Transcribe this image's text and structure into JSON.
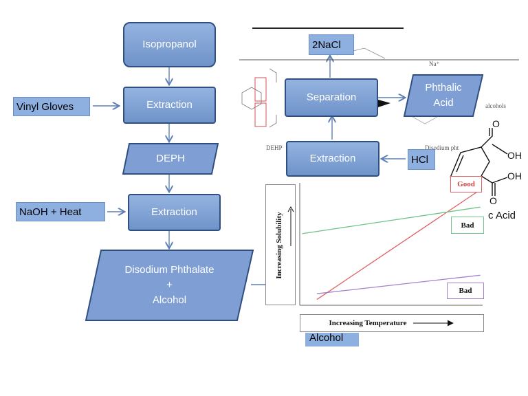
{
  "flow": {
    "isopropanol": "Isopropanol",
    "extraction_1": "Extraction",
    "deph": "DEPH",
    "extraction_2": "Extraction",
    "disodium_line1": "Disodium Phthalate",
    "disodium_line2": "+",
    "disodium_line3": "Alcohol",
    "separation": "Separation",
    "phthalic_line1": "Phthalic",
    "phthalic_line2": "Acid",
    "extraction_3": "Extraction"
  },
  "inputs": {
    "vinyl_gloves": "Vinyl Gloves",
    "naoh_heat": "NaOH + Heat",
    "nacl": "2NaCl",
    "hcl": "HCl",
    "alcohol": "Alcohol"
  },
  "chem_fragments": {
    "dehp": "DEHP",
    "disodium_abbrev": "Disodium pht",
    "alcohols": "alcohols",
    "na_plus": "Na⁺",
    "acid_partial": "c Acid",
    "oh_top": "OH",
    "oh_bottom": "OH",
    "o_top": "O",
    "o_bottom": "O"
  },
  "chart_data": {
    "type": "line",
    "xlabel": "Increasing Temperature",
    "ylabel": "Increasing Solubility",
    "series": [
      {
        "name": "Good",
        "color": "#e06060",
        "values": [
          [
            0.1,
            0.05
          ],
          [
            0.98,
            1.0
          ]
        ]
      },
      {
        "name": "Bad",
        "color": "#6fc48a",
        "values": [
          [
            0.02,
            0.62
          ],
          [
            0.98,
            0.85
          ]
        ]
      },
      {
        "name": "Bad",
        "color": "#a37fd0",
        "values": [
          [
            0.1,
            0.1
          ],
          [
            0.98,
            0.26
          ]
        ]
      }
    ],
    "grid": false
  }
}
